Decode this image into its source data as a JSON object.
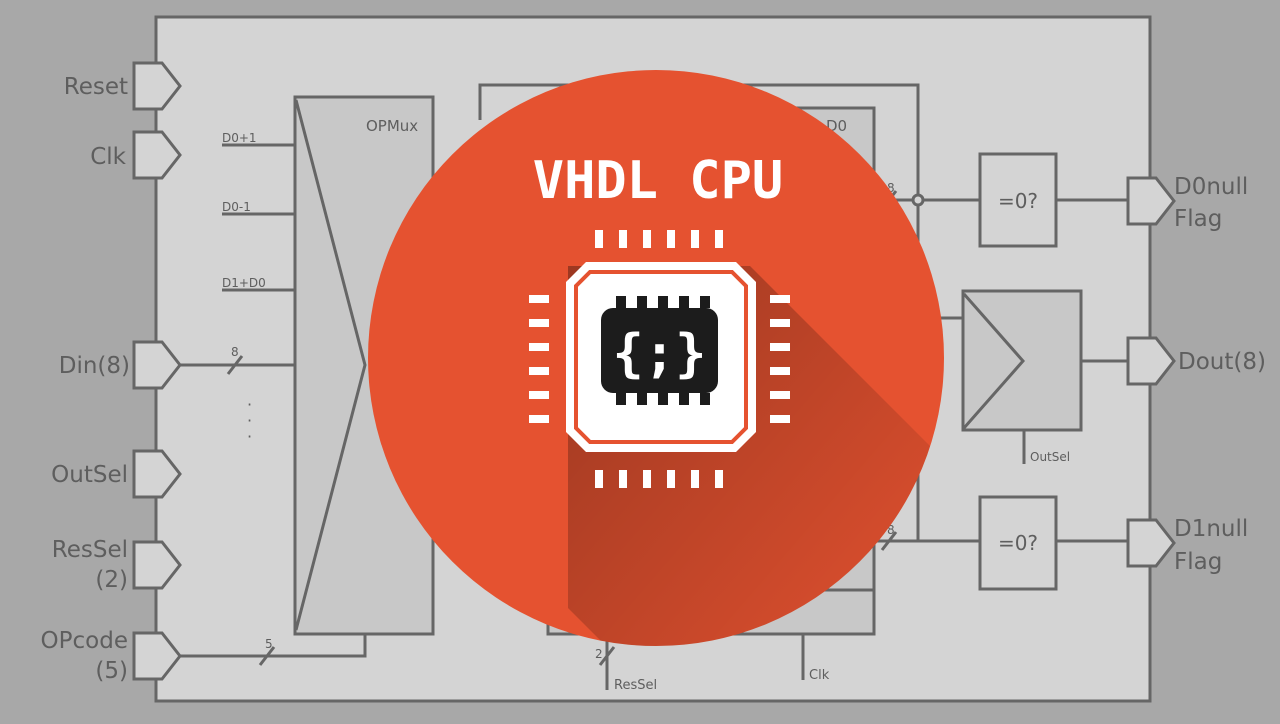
{
  "inputs": {
    "reset": "Reset",
    "clk": "Clk",
    "din": "Din(8)",
    "outsel": "OutSel",
    "ressel_1": "ResSel",
    "ressel_2": "(2)",
    "opcode_1": "OPcode",
    "opcode_2": "(5)"
  },
  "outputs": {
    "d0null_1": "D0null",
    "d0null_2": "Flag",
    "dout": "Dout(8)",
    "d1null_1": "D1null",
    "d1null_2": "Flag"
  },
  "mux": {
    "title": "OPMux",
    "in_d0_plus1": "D0+1",
    "in_d0_minus1": "D0-1",
    "in_d1_plus_d0": "D1+D0"
  },
  "register": {
    "title": "D0"
  },
  "blocks": {
    "zero_check_top": "=0?",
    "zero_check_bottom": "=0?"
  },
  "bus_widths": {
    "din": "8",
    "opcode": "5",
    "d0": "8",
    "d1": "8",
    "ressel": "2"
  },
  "signals": {
    "outsel": "OutSel",
    "ressel": "ResSel",
    "clk": "Clk"
  },
  "dots": "·",
  "badge": {
    "title": "VHDL CPU",
    "chip_code": "{;}",
    "colors": {
      "circle": "#e55230",
      "chip_white": "#ffffff",
      "chip_dark": "#1c1c1c"
    }
  },
  "colors": {
    "background": "#a8a8a8",
    "panel": "#d4d4d4",
    "lines": "#666666",
    "text": "#5e5e5e"
  }
}
